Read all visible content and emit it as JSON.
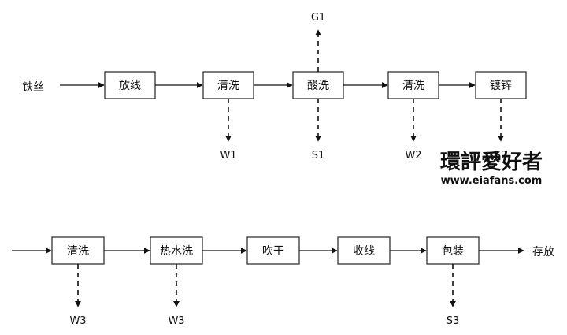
{
  "row1": {
    "input_label": "铁丝",
    "steps": [
      "放线",
      "清洗",
      "酸洗",
      "清洗",
      "镀锌"
    ],
    "emissions": {
      "G1": "G1",
      "W1": "W1",
      "S1": "S1",
      "W2": "W2",
      "S2": "S2"
    }
  },
  "row2": {
    "steps": [
      "清洗",
      "热水洗",
      "吹干",
      "收线",
      "包装"
    ],
    "output_label": "存放",
    "emissions": {
      "W3a": "W3",
      "W3b": "W3",
      "S3": "S3"
    }
  },
  "watermark": {
    "title": "環評愛好者",
    "url": "www.eiafans.com"
  }
}
